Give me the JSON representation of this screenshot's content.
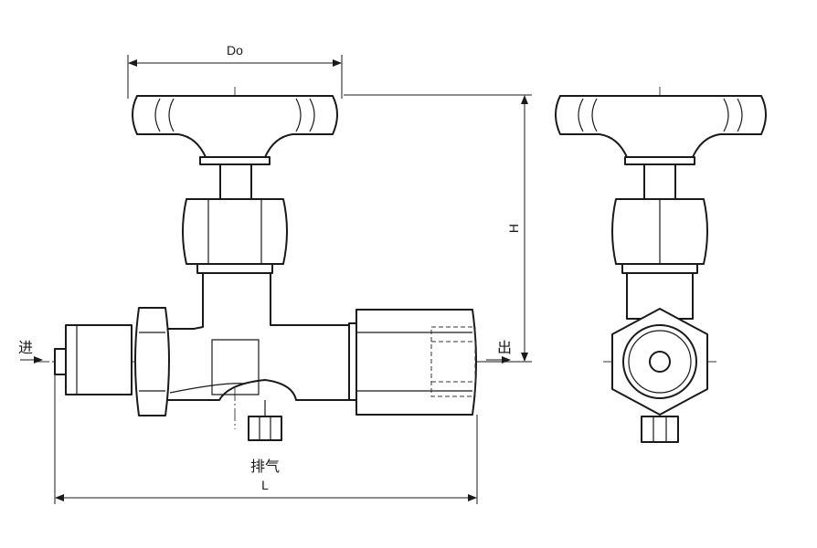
{
  "dimensions": {
    "handwheel_diameter": "Do",
    "height": "H",
    "length": "L"
  },
  "flow_labels": {
    "inlet": "进",
    "outlet": "出",
    "vent": "排气"
  }
}
